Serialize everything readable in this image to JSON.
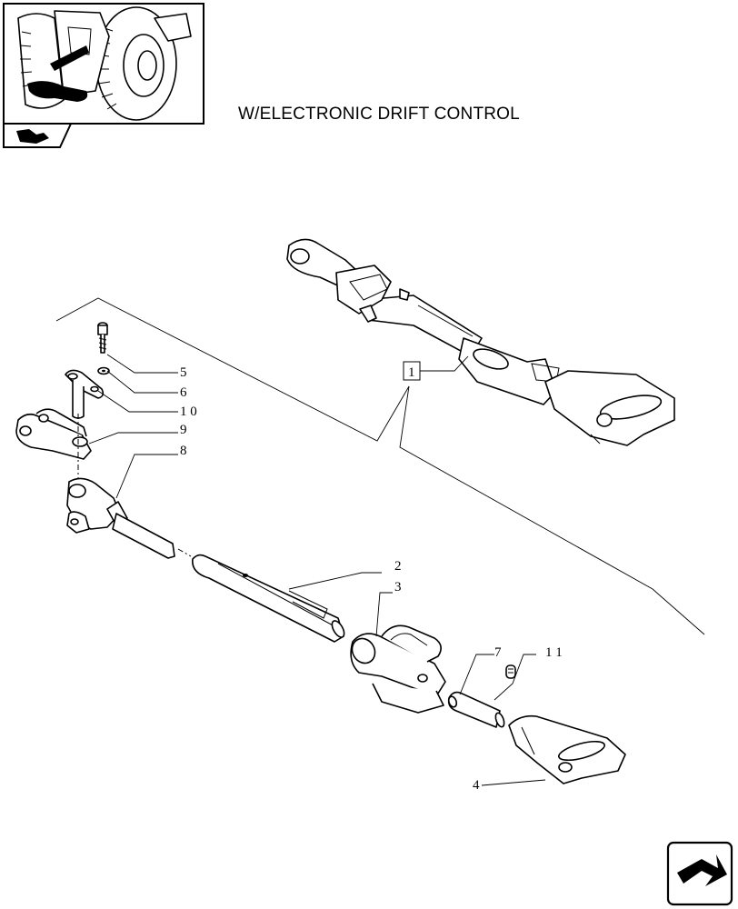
{
  "header": {
    "title": "W/ELECTRONIC DRIFT CONTROL"
  },
  "thumbnail": {
    "icon": "tractor-rear-hitch-icon"
  },
  "navigation": {
    "book_icon": "book-tab-icon",
    "next_icon": "next-page-arrow-icon"
  },
  "callouts": {
    "c1": "1",
    "c2": "2",
    "c3": "3",
    "c4": "4",
    "c5": "5",
    "c6": "6",
    "c7": "7",
    "c8": "8",
    "c9": "9",
    "c10": "1 0",
    "c11": "1 1"
  }
}
